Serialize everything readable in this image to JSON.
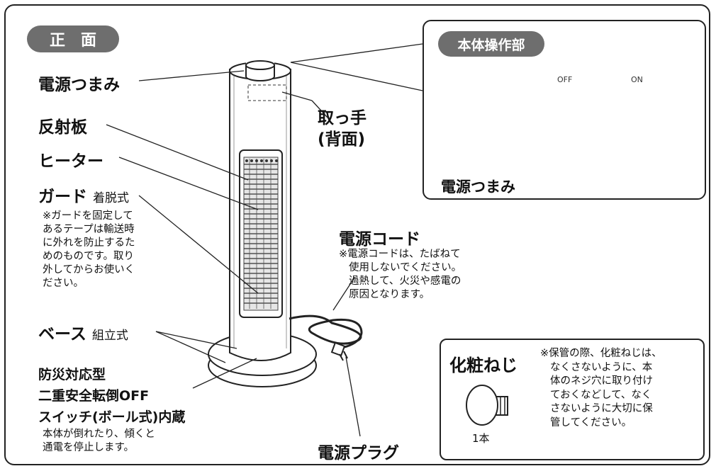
{
  "tag_front": "正　面",
  "tag_control": "本体操作部",
  "labels": {
    "power_knob": "電源つまみ",
    "reflector": "反射板",
    "heater": "ヒーター",
    "guard": "ガード",
    "guard_sub": "着脱式",
    "base": "ベース",
    "base_sub": "組立式",
    "disaster_1": "防災対応型",
    "disaster_2": "二重安全転倒OFF",
    "disaster_3": "スイッチ(ボール式)内蔵",
    "handle_1": "取っ手",
    "handle_2": "(背面)",
    "power_cord": "電源コード",
    "power_plug": "電源プラグ",
    "panel_knob": "電源つまみ",
    "off": "OFF",
    "on": "ON",
    "screw_title": "化粧ねじ",
    "screw_count": "1本"
  },
  "notes": {
    "guard_note": [
      "※ガードを固定して",
      "あるテープは輸送時",
      "に外れを防止するた",
      "めのものです。取り",
      "外してからお使いく",
      "ださい。"
    ],
    "tilt_note": [
      "本体が倒れたり、傾くと",
      "通電を停止します。"
    ],
    "cord_note": [
      "※電源コードは、たばねて",
      "使用しないでください。",
      "過熱して、火災や感電の",
      "原因となります。"
    ],
    "screw_note": [
      "※保管の際、化粧ねじは、",
      "なくさないように、本",
      "体のネジ穴に取り付け",
      "ておくなどして、なく",
      "さないように大切に保",
      "管してください。"
    ]
  }
}
